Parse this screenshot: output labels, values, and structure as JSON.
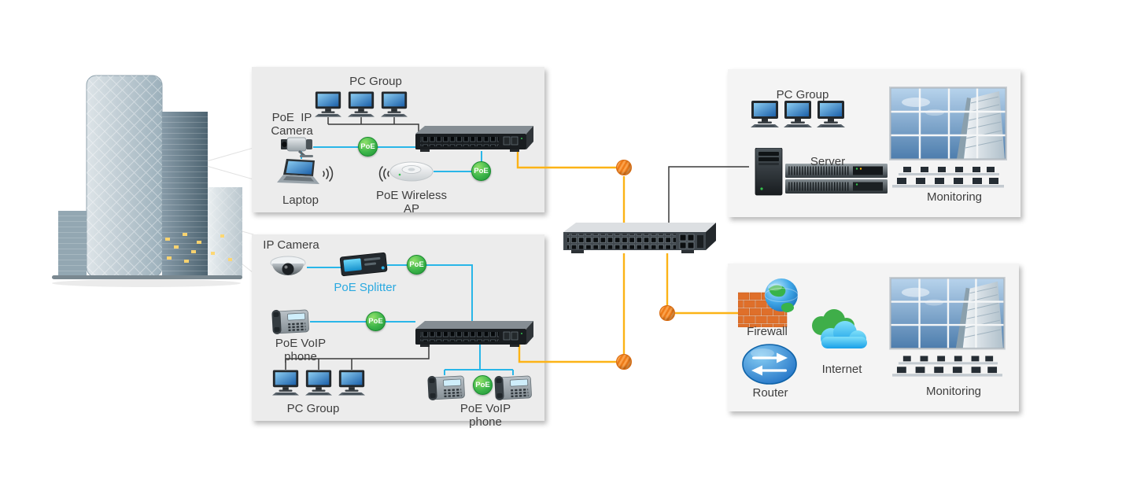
{
  "badges": {
    "poe": "PoE"
  },
  "panels": {
    "top_left": {
      "pc_group": "PC Group",
      "camera": "PoE  IP\nCamera",
      "laptop": "Laptop",
      "wireless_ap": "PoE Wireless\nAP"
    },
    "bottom_left": {
      "ip_camera": "IP Camera",
      "poe_splitter": "PoE Splitter",
      "voip_phone_1": "PoE VoIP\nphone",
      "pc_group": "PC Group",
      "voip_phone_2": "PoE VoIP\nphone"
    },
    "top_right": {
      "pc_group": "PC Group",
      "server": "Server",
      "monitoring": "Monitoring"
    },
    "bottom_right": {
      "firewall": "Firewall",
      "internet": "Internet",
      "router": "Router",
      "monitoring": "Monitoring"
    }
  },
  "colors": {
    "poe_badge_green": "#3db54a",
    "cyan_line": "#29b6e8",
    "yellow_line": "#fcb316",
    "junction_orange": "#f6871f",
    "splitter_label_blue": "#2aa9e0"
  }
}
